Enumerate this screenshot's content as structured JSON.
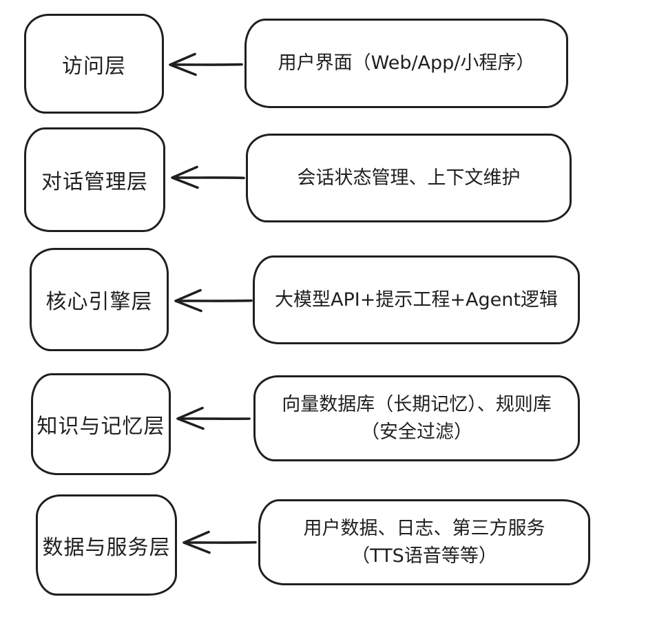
{
  "diagram": {
    "rows": [
      {
        "layer": "访问层",
        "description": "用户界面（Web/App/小程序）"
      },
      {
        "layer": "对话管理层",
        "description": "会话状态管理、上下文维护"
      },
      {
        "layer": "核心引擎层",
        "description": "大模型API+提示工程+Agent逻辑"
      },
      {
        "layer": "知识与记忆层",
        "description": "向量数据库（长期记忆）、规则库\n（安全过滤）"
      },
      {
        "layer": "数据与服务层",
        "description": "用户数据、日志、第三方服务\n（TTS语音等等）"
      }
    ],
    "colors": {
      "stroke": "#1f1f1f",
      "background": "#ffffff"
    }
  }
}
